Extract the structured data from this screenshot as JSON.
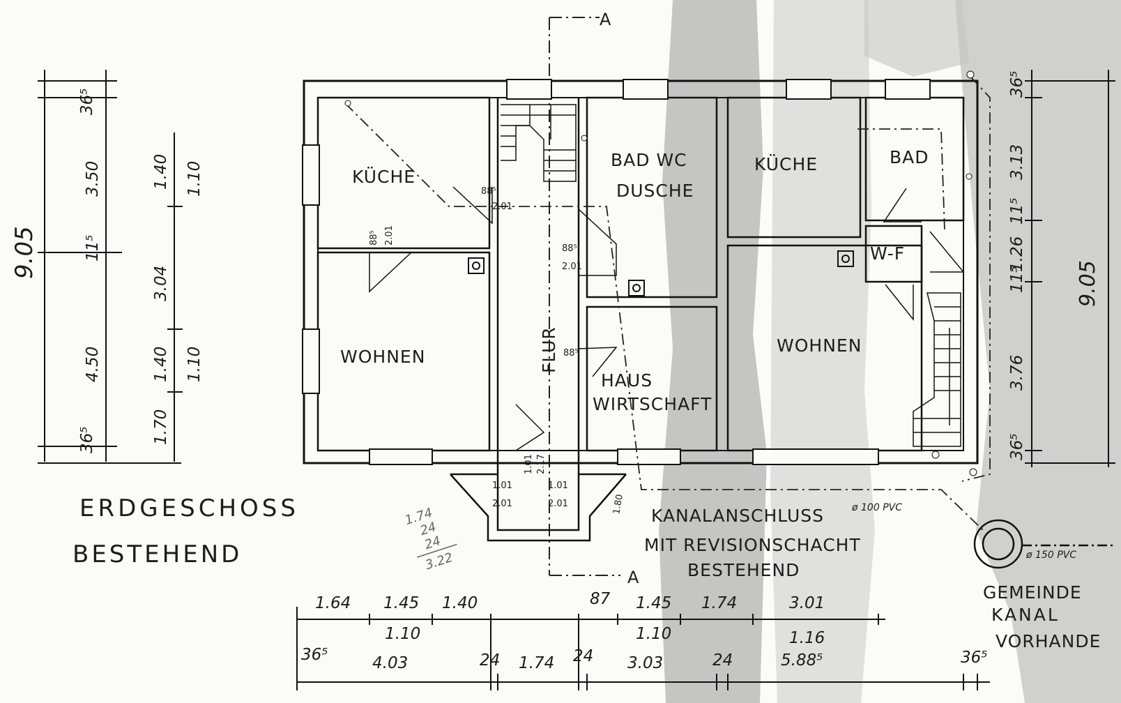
{
  "rooms": {
    "kueche_left": "KÜCHE",
    "wohnen_left": "WOHNEN",
    "bad_wc": "BAD WC",
    "dusche": "DUSCHE",
    "flur": "FLUR",
    "haus": "HAUS",
    "wirtschaft": "WIRTSCHAFT",
    "kueche_right": "KÜCHE",
    "bad_right": "BAD",
    "wf": "W-F",
    "wohnen_right": "WOHNEN"
  },
  "section_mark": "A",
  "title": {
    "line1": "ERDGESCHOSS",
    "line2": "BESTEHEND"
  },
  "kanal": {
    "line1": "KANALANSCHLUSS",
    "line2": "MIT REVISIONSCHACHT",
    "line3": "BESTEHEND"
  },
  "gemeinde": {
    "line1": "GEMEINDE",
    "line2": "KANAL",
    "line3": "VORHANDE"
  },
  "pipes": {
    "inner": "ø 100 PVC",
    "outer": "ø 150 PVC"
  },
  "left_dims": {
    "total": "9.05",
    "c1": [
      "36⁵",
      "3.50",
      "11⁵",
      "4.50",
      "36⁵"
    ],
    "c2": [
      "1.40",
      "3.04",
      "1.40",
      "1.70"
    ],
    "c3": [
      "1.10",
      "1.10"
    ]
  },
  "right_dims": {
    "total": "9.05",
    "c1": [
      "36⁵",
      "3.13",
      "11⁵",
      "1.26",
      "11⁵",
      "3.76",
      "36⁵"
    ]
  },
  "bottom_dims": {
    "row1": [
      "1.64",
      "1.45",
      "1.40",
      "87",
      "1.45",
      "1.74",
      "3.01"
    ],
    "row2": [
      "1.10",
      "1.10",
      "1.16"
    ],
    "row3": [
      "36⁵",
      "4.03",
      "24",
      "1.74",
      "24",
      "3.03",
      "24",
      "5.88⁵",
      "36⁵"
    ]
  },
  "door_labels": {
    "d1": [
      "88⁵",
      "2.01"
    ],
    "d2": [
      "88⁵",
      "2.01"
    ],
    "d3": [
      "88⁵",
      "2.01"
    ],
    "d4": [
      "88⁵"
    ],
    "d5": [
      "1.01",
      "2.01"
    ],
    "d6": [
      "1.01",
      "2.01"
    ],
    "d7": [
      "1.01",
      "2.17"
    ],
    "d8": [
      "1.80"
    ]
  },
  "handwritten": [
    "1.74",
    "24",
    "24",
    "3.22"
  ]
}
